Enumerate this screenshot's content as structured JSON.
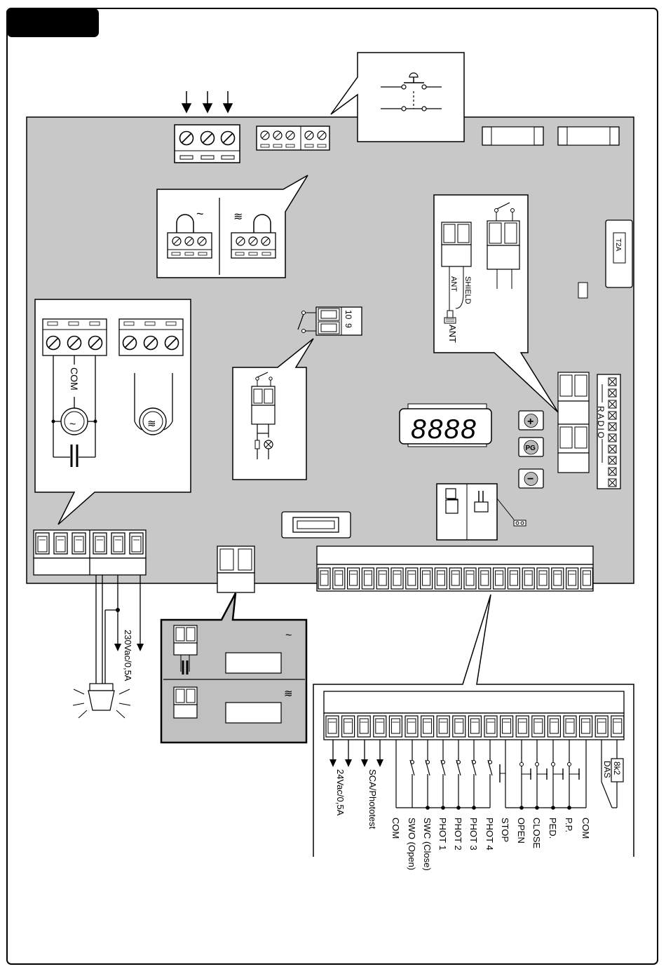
{
  "colors": {
    "board": "#c8c8c8",
    "dark_panel": "#c0c0c0",
    "ink": "#000000",
    "paper": "#ffffff"
  },
  "icons": {
    "ac": "~",
    "dc": "≋",
    "plus": "+",
    "minus": "−"
  },
  "fuse": {
    "label": "T2A"
  },
  "relay_terminal": {
    "pin_a": "10",
    "pin_b": "9"
  },
  "antenna": {
    "ant_label": "ANT",
    "shield_label": "SHIELD",
    "jack_label": "ANT"
  },
  "display": {
    "digits": "8888",
    "radio_label": "RADIO",
    "buttons": {
      "plus": "+",
      "pg": "PG",
      "minus": "−"
    }
  },
  "motor": {
    "com_label": "COM"
  },
  "lamp": {
    "voltage_label": "230Vac/0,5A"
  },
  "terminals": {
    "supply_label": "24Vac/0,5A",
    "sca_label": "SCA/Phototest",
    "das_label": "DAS",
    "resistor_label": "8k2",
    "labels": [
      "COM",
      "SWO (Open)",
      "SWC (Close)",
      "PHOT 1",
      "PHOT 2",
      "PHOT 3",
      "PHOT 4",
      "STOP",
      "OPEN",
      "CLOSE",
      "PED.",
      "P.P.",
      "COM"
    ]
  }
}
